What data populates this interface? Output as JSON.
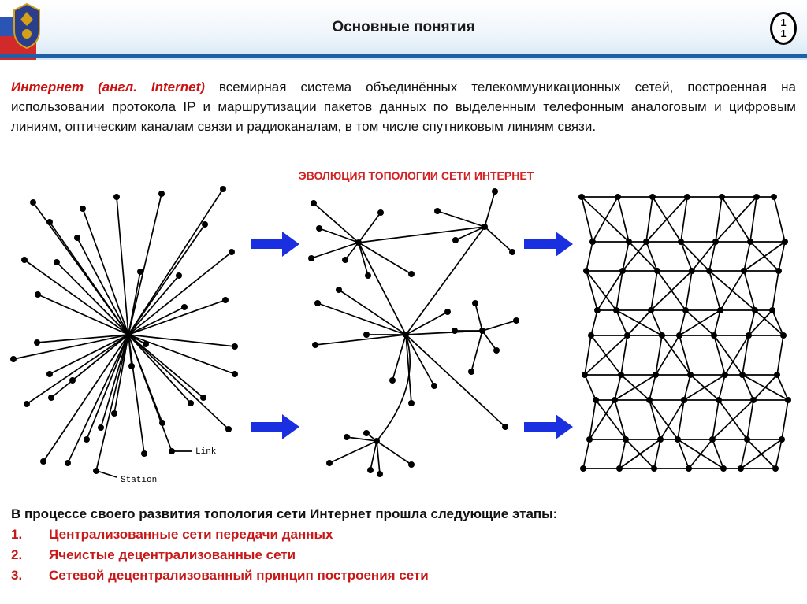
{
  "header": {
    "title": "Основные понятия",
    "page_number": "1\n1"
  },
  "definition": {
    "term": "Интернет (англ. Internet)",
    "text": " всемирная система объединённых телекоммуникационных сетей, построенная на использовании протокола IP и маршрутизации пакетов данных по выделенным телефонным аналоговым и цифровым линиям, оптическим каналам связи и радиоканалам, в том числе спутниковым линиям связи."
  },
  "diagram": {
    "title": "ЭВОЛЮЦИЯ ТОПОЛОГИИ СЕТИ ИНТЕРНЕТ",
    "labels": {
      "link": "Link",
      "station": "Station"
    },
    "arrow_color": "#1a2fe0"
  },
  "stages": {
    "lead": "В процессе своего развития топология сети Интернет прошла следующие этапы:",
    "items": [
      {
        "num": "1.",
        "text": "Централизованные сети передачи данных"
      },
      {
        "num": "2.",
        "text": "Ячеистые децентрализованные сети"
      },
      {
        "num": "3.",
        "text": "Сетевой децентрализованный принцип построения сети"
      }
    ]
  }
}
